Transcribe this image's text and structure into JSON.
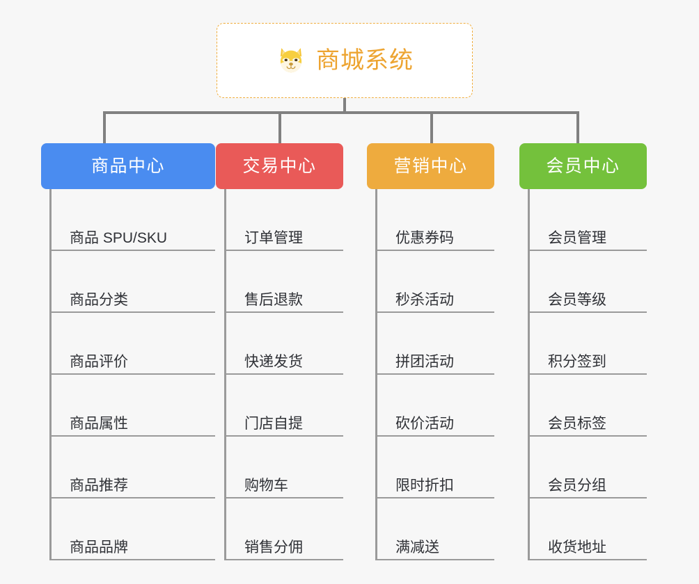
{
  "diagram": {
    "type": "mindmap",
    "background_color": "#f7f7f7",
    "connector_color": "#808080",
    "root": {
      "title": "商城系统",
      "icon": "shiba-dog-face-icon",
      "text_color": "#eda431",
      "border_color": "#f0ad3c",
      "background_color": "#ffffff"
    },
    "branches": [
      {
        "label": "商品中心",
        "color": "#4a8cf0",
        "leaves": [
          "商品 SPU/SKU",
          "商品分类",
          "商品评价",
          "商品属性",
          "商品推荐",
          "商品品牌"
        ]
      },
      {
        "label": "交易中心",
        "color": "#e95a58",
        "leaves": [
          "订单管理",
          "售后退款",
          "快递发货",
          "门店自提",
          "购物车",
          "销售分佣"
        ]
      },
      {
        "label": "营销中心",
        "color": "#eeab3e",
        "leaves": [
          "优惠券码",
          "秒杀活动",
          "拼团活动",
          "砍价活动",
          "限时折扣",
          "满减送"
        ]
      },
      {
        "label": "会员中心",
        "color": "#74c13c",
        "leaves": [
          "会员管理",
          "会员等级",
          "积分签到",
          "会员标签",
          "会员分组",
          "收货地址"
        ]
      }
    ]
  }
}
